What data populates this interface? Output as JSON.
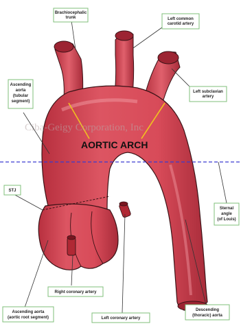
{
  "title": "AORTIC ARCH",
  "watermark": "Ciba-Geigy Corporation, Inc",
  "colors": {
    "vessel_fill": "#d64a58",
    "vessel_shadow": "#a82c3a",
    "vessel_highlight": "#ee8a92",
    "outline": "#3a1216",
    "callout_box": "#7fbf7a",
    "boundary_line": "#f0c020",
    "sternal_angle_line": "#3a3ad0"
  },
  "labels": {
    "brachiocephalic": [
      "Brachiocephalic",
      "trunk"
    ],
    "left_common_carotid": [
      "Left common",
      "carotid artery"
    ],
    "left_subclavian": [
      "Left subclavian",
      "artery"
    ],
    "ascending_tubular": [
      "Ascending",
      "aorta",
      "(tubular",
      "segment)"
    ],
    "stj": [
      "STJ"
    ],
    "sternal_angle": [
      "Sternal",
      "angle",
      "(of Louis)"
    ],
    "right_coronary": [
      "Right coronary artery"
    ],
    "ascending_root": [
      "Ascending aorta",
      "(aortic root segment)"
    ],
    "left_coronary": [
      "Left coronary artery"
    ],
    "descending": [
      "Descending",
      "(thoracic) aorta"
    ]
  }
}
